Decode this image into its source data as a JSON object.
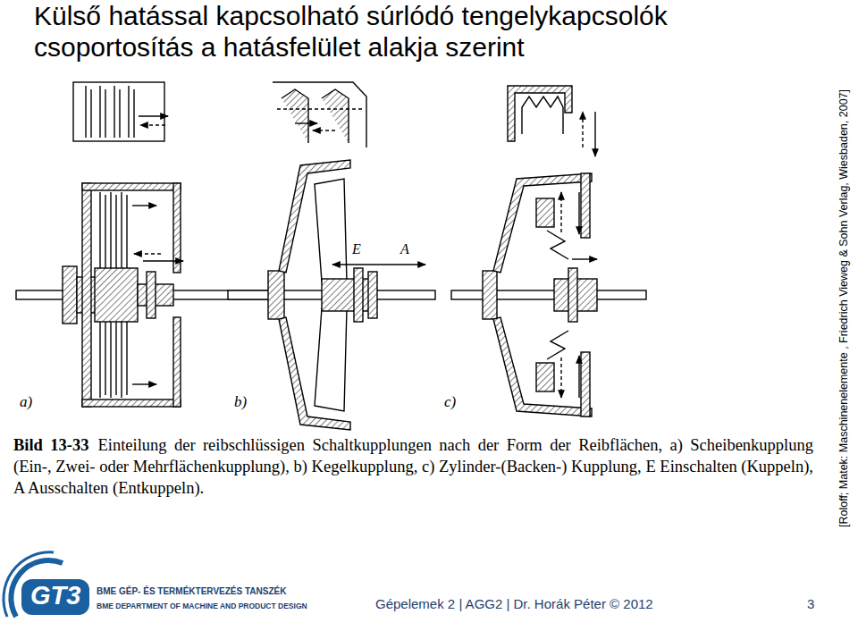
{
  "diagram": {
    "title": "Külső hatással kapcsolható súrlódó tengelykapcsolók csoportosítás a hatásfelület alakja szerint",
    "caption": "Einteilung der reibschlüssigen Schaltkupplungen nach der Form der Reibflächen, a) Scheibenkupplung (Ein-, Zwei- oder Mehrflächenkupplung), b) Kegelkupplung, c) Zylinder-(Backen-) Kupplung, E Einschalten (Kuppeln), A Ausschalten (Entkuppeln).",
    "labels": [
      "Bild 13-33",
      "a)",
      "b)",
      "c)",
      "E",
      "A",
      "[Roloff; Matek: Maschinenelemente , Friedrich Vieweg & Sohn Verlag, Wiesbaden, 2007]",
      "GT3",
      "BME GÉP- ÉS TERMÉKTERVEZÉS TANSZÉK",
      "BME DEPARTMENT OF MACHINE AND PRODUCT DESIGN",
      "Gépelemek 2 | AGG2 | Dr. Horák Péter © 2012",
      "3"
    ]
  }
}
